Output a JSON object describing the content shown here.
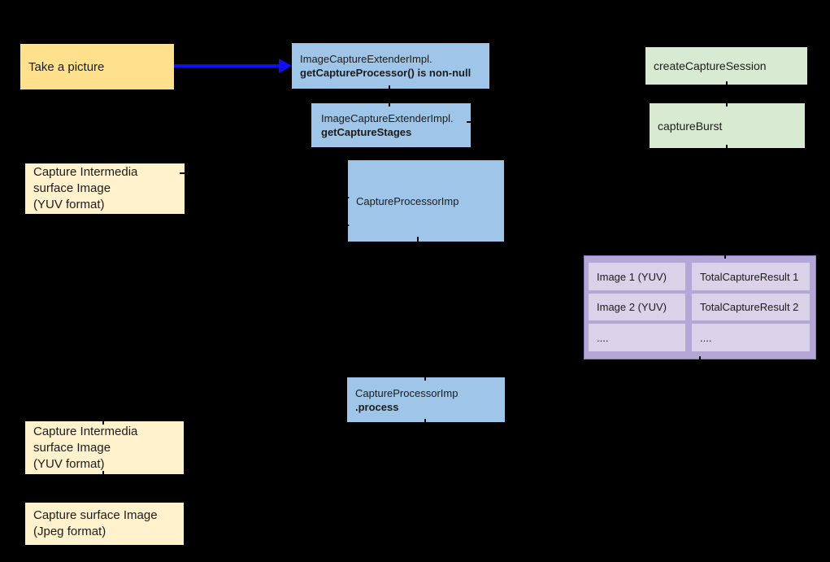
{
  "diagram": {
    "background": "#000000",
    "colors": {
      "action_yellow": "#ffe08c",
      "surface_yellow": "#fff2cc",
      "impl_blue": "#9fc5e8",
      "camera2_green": "#d9ead3",
      "table_frame_purple": "#b4a7d6",
      "table_cell_purple": "#d9d2e9",
      "flow_arrow_blue": "#0f0ff2",
      "text": "#1c1c1c"
    }
  },
  "boxes": {
    "take_picture": {
      "label": "Take a picture"
    },
    "capture_processor_check": {
      "line1": "ImageCaptureExtenderImpl.",
      "line2": "getCaptureProcessor() is non-null"
    },
    "get_capture_stages": {
      "line1": "ImageCaptureExtenderImpl.",
      "line2": "getCaptureStages"
    },
    "capture_processor_imp": {
      "label": "CaptureProcessorImp"
    },
    "create_capture_session": {
      "label": "createCaptureSession"
    },
    "capture_burst": {
      "label": "captureBurst"
    },
    "capture_processor_process": {
      "line1": "CaptureProcessorImp",
      "line2": ".process"
    },
    "intermediate_surface_top": {
      "line1": "Capture Intermedia",
      "line2": "surface Image",
      "line3": "(YUV format)"
    },
    "intermediate_surface_bottom": {
      "line1": "Capture Intermedia",
      "line2": "surface Image",
      "line3": "(YUV format)"
    },
    "capture_surface_jpeg": {
      "line1": "Capture surface Image",
      "line2": "(Jpeg format)"
    }
  },
  "result_table": {
    "rows": [
      {
        "image": "Image 1 (YUV)",
        "result": "TotalCaptureResult 1"
      },
      {
        "image": "Image 2 (YUV)",
        "result": "TotalCaptureResult 2"
      },
      {
        "image": "....",
        "result": "...."
      }
    ]
  }
}
